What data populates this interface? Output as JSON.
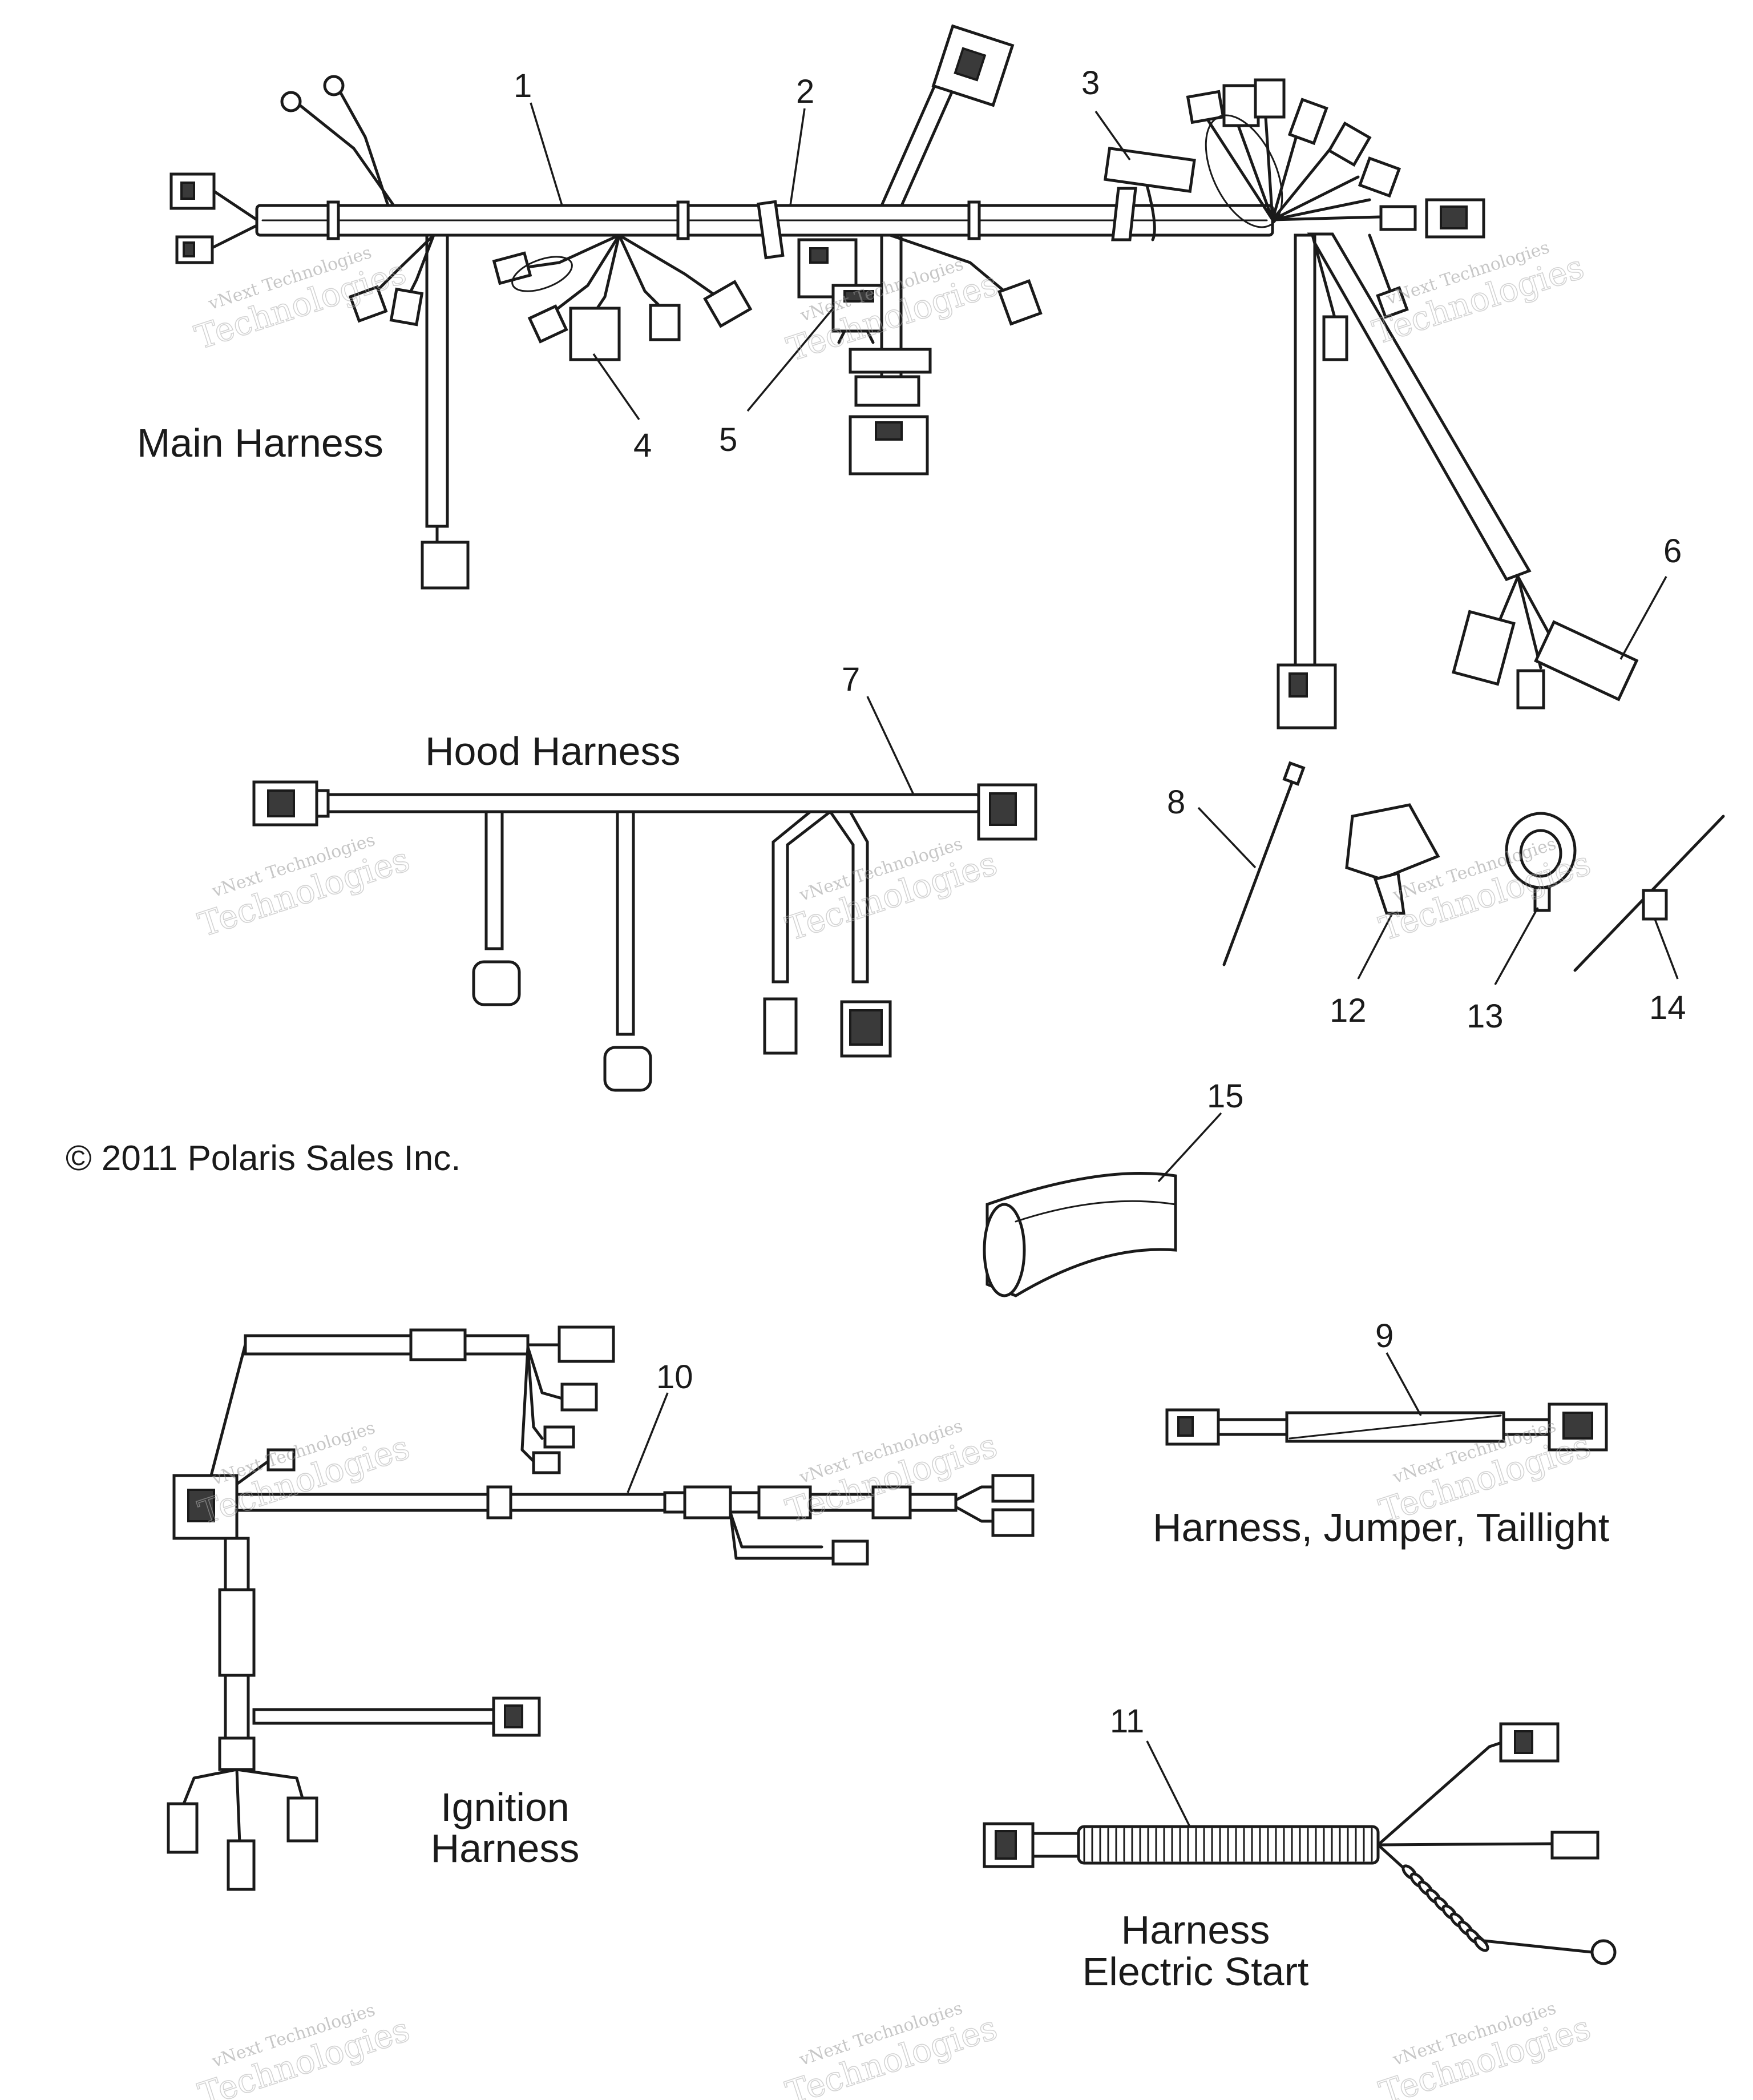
{
  "labels": {
    "main_harness": "Main Harness",
    "hood_harness": "Hood Harness",
    "jumper_taillight": "Harness, Jumper, Taillight",
    "ignition_line1": "Ignition",
    "ignition_line2": "Harness",
    "electric_line1": "Harness",
    "electric_line2": "Electric Start"
  },
  "copyright": "© 2011 Polaris Sales Inc.",
  "callouts": {
    "c1": "1",
    "c2": "2",
    "c3": "3",
    "c4": "4",
    "c5": "5",
    "c6": "6",
    "c7": "7",
    "c8": "8",
    "c9": "9",
    "c10": "10",
    "c11": "11",
    "c12": "12",
    "c13": "13",
    "c14": "14",
    "c15": "15"
  },
  "watermark": {
    "line1": "vNext Technologies",
    "line2": "Technologies"
  }
}
